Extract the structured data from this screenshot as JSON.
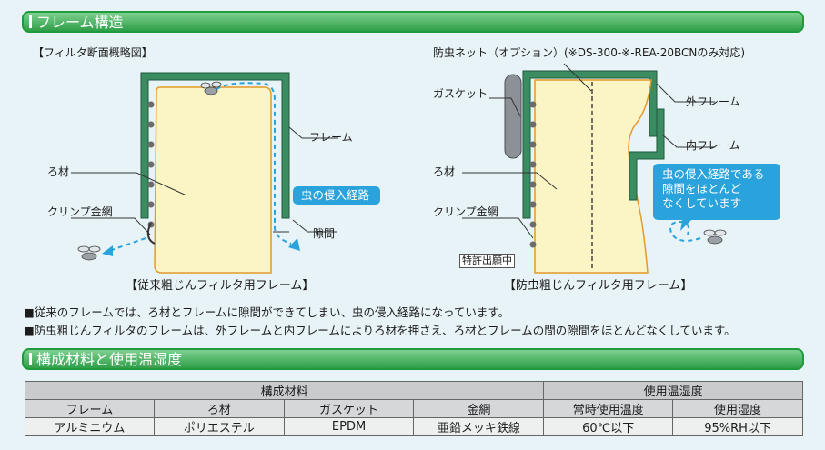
{
  "section1": {
    "title": "フレーム構造"
  },
  "left_diagram": {
    "heading": "【フィルタ断面概略図】",
    "labels": {
      "frame": "フレーム",
      "filter_media": "ろ材",
      "crimp_mesh": "クリンプ金網",
      "gap": "隙間"
    },
    "intrusion_label": "虫の侵入経路",
    "caption": "【従来粗じんフィルタ用フレーム】"
  },
  "right_diagram": {
    "net_label": "防虫ネット（オプション）(※DS-300-※-REA-20BCNのみ対応)",
    "labels": {
      "gasket": "ガスケット",
      "outer_frame": "外フレーム",
      "inner_frame": "内フレーム",
      "filter_media": "ろ材",
      "crimp_mesh": "クリンプ金網"
    },
    "bubble_lines": [
      "虫の侵入経路である",
      "隙間をほとんど",
      "なくしています"
    ],
    "patent_label": "特許出願中",
    "caption": "【防虫粗じんフィルタ用フレーム】"
  },
  "notes": [
    "■従来のフレームでは、ろ材とフレームに隙間ができてしまい、虫の侵入経路になっています。",
    "■防虫粗じんフィルタのフレームは、外フレームと内フレームによりろ材を押さえ、ろ材とフレームの間の隙間をほとんどなくしています。"
  ],
  "section2": {
    "title": "構成材料と使用温湿度"
  },
  "table": {
    "group_headers": [
      "構成材料",
      "使用温湿度"
    ],
    "columns": [
      "フレーム",
      "ろ材",
      "ガスケット",
      "金網",
      "常時使用温度",
      "使用湿度"
    ],
    "values": [
      "アルミニウム",
      "ポリエステル",
      "EPDM",
      "亜鉛メッキ鉄線",
      "60℃以下",
      "95%RH以下"
    ]
  },
  "colors": {
    "frame": "#3c8c62",
    "media": "#fbf5c6",
    "accent": "#2aa3dc",
    "section": "#2f9e49"
  }
}
